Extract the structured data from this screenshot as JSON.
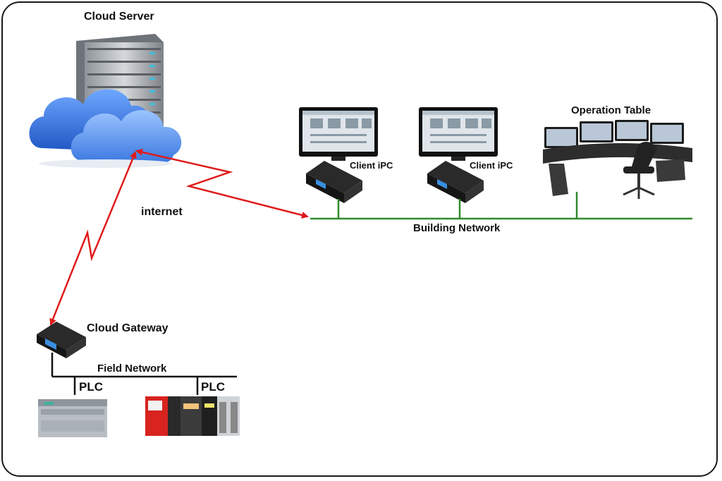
{
  "diagram": {
    "labels": {
      "cloud_server": "Cloud Server",
      "internet": "internet",
      "client_ipc_1": "Client iPC",
      "client_ipc_2": "Client iPC",
      "operation_table": "Operation Table",
      "building_network": "Building Network",
      "cloud_gateway": "Cloud Gateway",
      "field_network": "Field Network",
      "plc_1": "PLC",
      "plc_2": "PLC"
    },
    "colors": {
      "border": "#1a1a1a",
      "internet_link": "#e01b1b",
      "building_network": "#2e8b2e",
      "field_network": "#111111",
      "cloud": "#2f6fd6",
      "device_box": "#1e1e1e",
      "device_accent": "#3a8fe0",
      "plc_red": "#d8231f",
      "plc_gray": "#b9bec4"
    },
    "icons": [
      "server-rack-icon",
      "cloud-icon",
      "monitor-icon",
      "industrial-pc-icon",
      "control-desk-icon",
      "plc-icon"
    ]
  }
}
